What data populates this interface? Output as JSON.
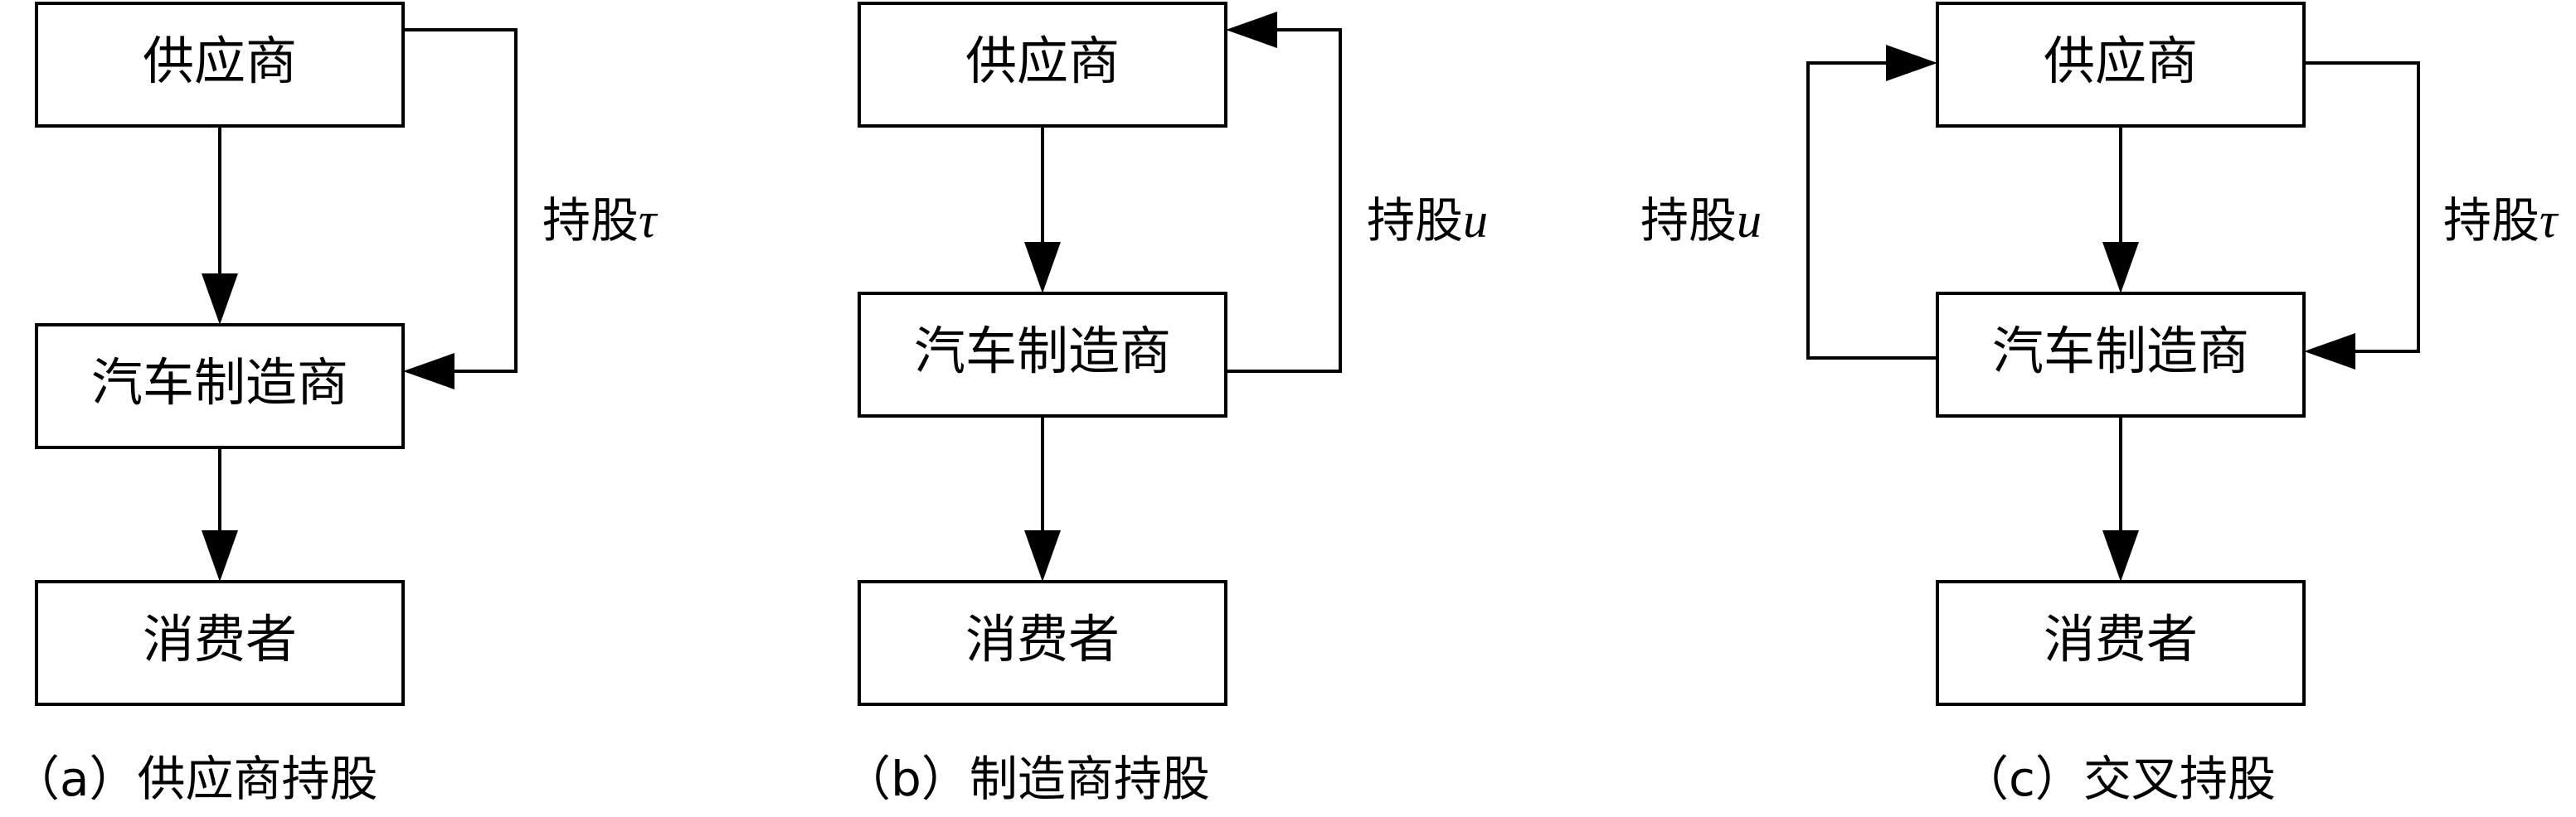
{
  "nodes": {
    "supplier": "供应商",
    "manufacturer": "汽车制造商",
    "consumer": "消费者"
  },
  "panels": [
    {
      "edge_label": "持股",
      "edge_var": "τ",
      "caption": "（a）供应商持股"
    },
    {
      "edge_label": "持股",
      "edge_var": "u",
      "caption": "（b）制造商持股"
    },
    {
      "left_edge_label": "持股",
      "left_edge_var": "u",
      "right_edge_label": "持股",
      "right_edge_var": "τ",
      "caption": "（c）交叉持股"
    }
  ]
}
